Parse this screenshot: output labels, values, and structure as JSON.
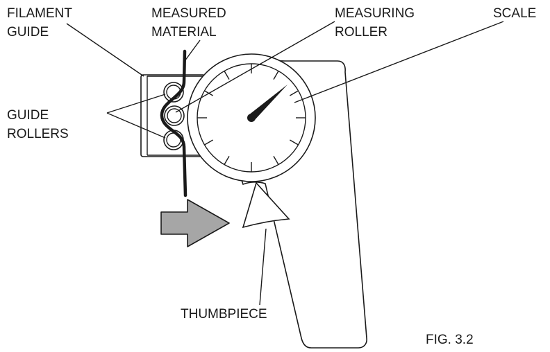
{
  "labels": {
    "filament_guide_1": "FILAMENT",
    "filament_guide_2": "GUIDE",
    "measured_material_1": "MEASURED",
    "measured_material_2": "MATERIAL",
    "measuring_roller_1": "MEASURING",
    "measuring_roller_2": "ROLLER",
    "scale": "SCALE",
    "guide_rollers_1": "GUIDE",
    "guide_rollers_2": "ROLLERS",
    "thumbpiece": "THUMBPIECE",
    "figure": "FIG. 3.2"
  },
  "colors": {
    "outline": "#1a1a1a",
    "arrow_fill": "#a6a6a6",
    "background": "#ffffff"
  }
}
